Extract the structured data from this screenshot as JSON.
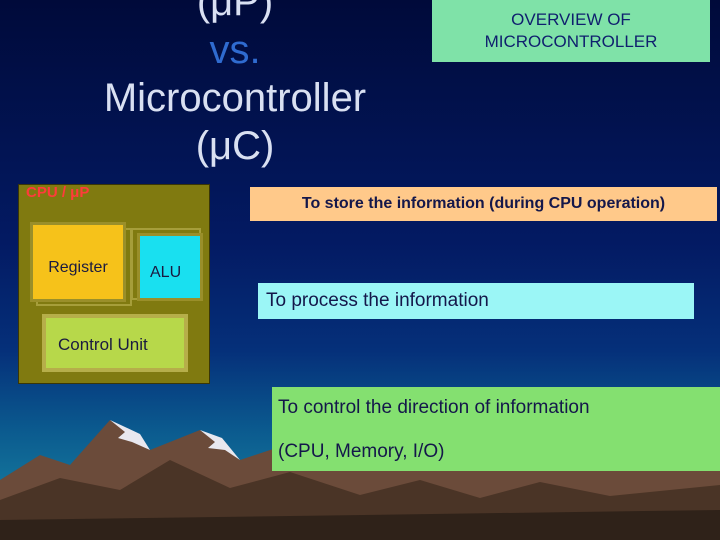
{
  "title": {
    "line1": "(μP)",
    "line2": "vs.",
    "line3": "Microcontroller",
    "line4": "(μC)"
  },
  "overview_box": {
    "line1": "OVERVIEW OF",
    "line2": "MICROCONTROLLER"
  },
  "cpu": {
    "label": "CPU / μP",
    "register": "Register",
    "alu": "ALU",
    "control_unit": "Control Unit"
  },
  "info": {
    "store": "To store the information (during CPU operation)",
    "process": "To process the information",
    "control_line1": "To control the direction of information",
    "control_line2": "(CPU, Memory, I/O)"
  },
  "colors": {
    "background_top": "#000a3a",
    "overview_box": "#7fe2a8",
    "cpu_block": "#807a10",
    "register": "#f6c21a",
    "alu": "#19e0f0",
    "control_unit": "#b7d84a",
    "info_store": "#ffc98a",
    "info_process": "#9bf6f6",
    "info_control": "#84e070",
    "cpu_label": "#ff3b3b"
  }
}
